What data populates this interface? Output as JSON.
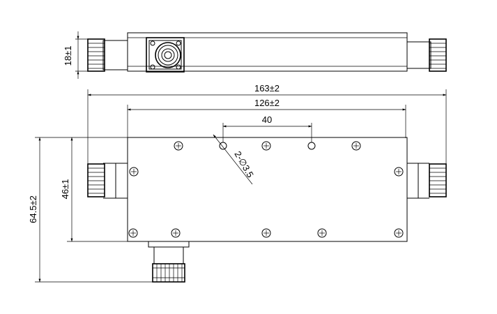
{
  "dimensions": {
    "side_height": "18±1",
    "overall_length": "163±2",
    "body_length": "126±2",
    "hole_spacing": "40",
    "hole_spec": "2-∅3.5",
    "body_height": "46±1",
    "overall_height": "64.5±2"
  }
}
